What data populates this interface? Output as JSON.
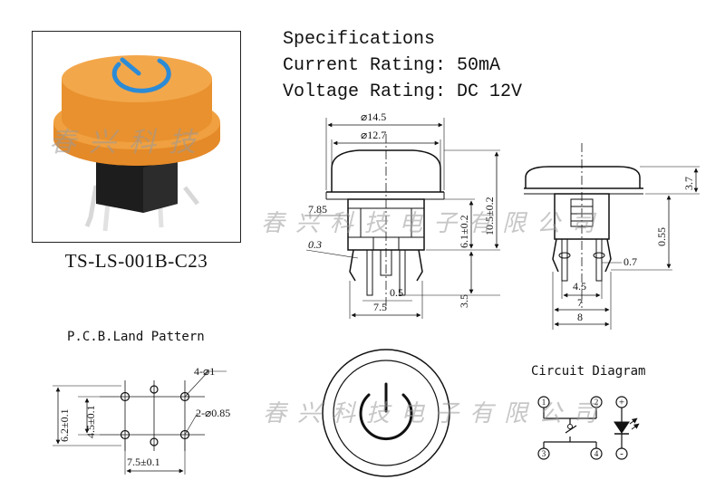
{
  "product": {
    "model": "TS-LS-001B-C23",
    "watermark_chars": [
      "春",
      "兴",
      "科",
      "技"
    ],
    "watermark_chars_long": [
      "春",
      "兴",
      "科",
      "技",
      "电",
      "子",
      "有",
      "限",
      "公",
      "司"
    ],
    "cap_color": "#E8912E",
    "symbol_color": "#2C8BD6"
  },
  "specs": {
    "title": "Specifications",
    "current": "Current Rating: 50mA",
    "voltage": "Voltage Rating: DC 12V"
  },
  "front_view": {
    "dim_outer": "⌀14.5",
    "dim_inner": "⌀12.7",
    "dim_side": "7.85",
    "dim_lead": "0.3",
    "dim_height_total": "10.5±0.2",
    "dim_height_body": "6.1±0.2",
    "dim_pin_w": "0.5",
    "dim_pin_span": "7.5",
    "dim_pin_len": "3.5"
  },
  "side_view": {
    "dim_cap_h": "3.7",
    "dim_body_h": "0.55",
    "dim_lead_w": "0.7",
    "dim_a": "4.5",
    "dim_b": "7",
    "dim_c": "8"
  },
  "pcb": {
    "title": "P.C.B.Land Pattern",
    "holes_large": "4-⌀1",
    "holes_small": "2-⌀0.85",
    "dim_v_total": "6.2±0.1",
    "dim_v_inner": "4.5±0.1",
    "dim_h": "7.5±0.1"
  },
  "circuit": {
    "title": "Circuit Diagram",
    "pins": [
      "1",
      "2",
      "3",
      "4",
      "+",
      "-"
    ]
  }
}
